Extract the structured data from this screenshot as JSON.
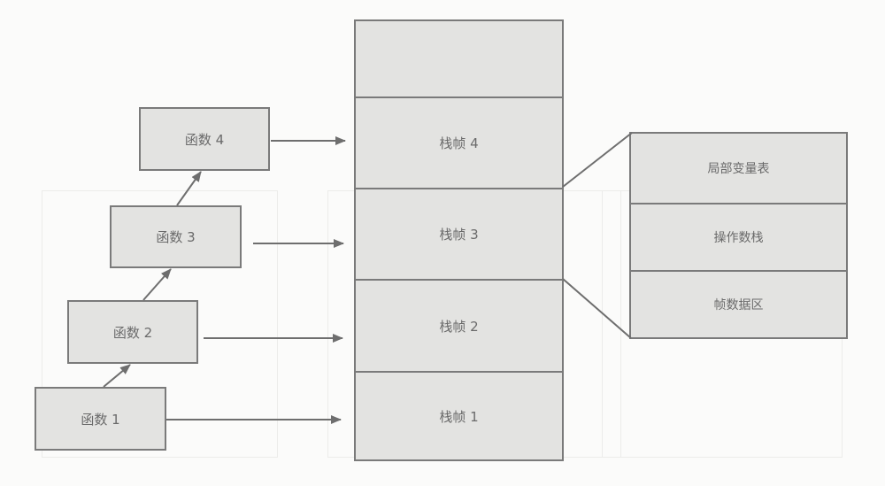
{
  "diagram": {
    "type": "jvm-stack-frames",
    "functions": [
      {
        "id": "f1",
        "label": "函数 1"
      },
      {
        "id": "f2",
        "label": "函数 2"
      },
      {
        "id": "f3",
        "label": "函数 3"
      },
      {
        "id": "f4",
        "label": "函数 4"
      }
    ],
    "stack": {
      "frames": [
        {
          "id": "empty",
          "label": ""
        },
        {
          "id": "s4",
          "label": "栈帧 4"
        },
        {
          "id": "s3",
          "label": "栈帧 3"
        },
        {
          "id": "s2",
          "label": "栈帧 2"
        },
        {
          "id": "s1",
          "label": "栈帧 1"
        }
      ]
    },
    "frame_detail": {
      "of": "栈帧 3",
      "rows": [
        {
          "label": "局部变量表"
        },
        {
          "label": "操作数栈"
        },
        {
          "label": "帧数据区"
        }
      ]
    },
    "edges": [
      {
        "from": "函数 1",
        "to": "函数 2"
      },
      {
        "from": "函数 2",
        "to": "函数 3"
      },
      {
        "from": "函数 3",
        "to": "函数 4"
      },
      {
        "from": "函数 1",
        "to": "栈帧 1"
      },
      {
        "from": "函数 2",
        "to": "栈帧 2"
      },
      {
        "from": "函数 3",
        "to": "栈帧 3"
      },
      {
        "from": "函数 4",
        "to": "栈帧 4"
      }
    ],
    "colors": {
      "box_fill": "#e3e3e1",
      "stroke": "#7a7a7a",
      "text": "#6a6a6a",
      "background": "#fbfbfa"
    }
  }
}
